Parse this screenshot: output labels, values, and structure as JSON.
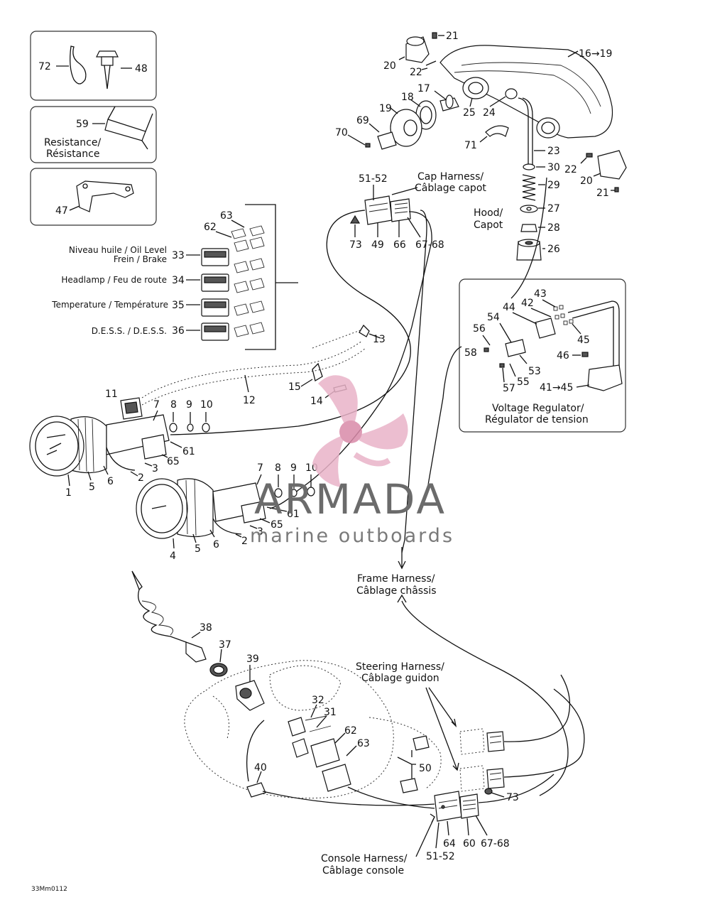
{
  "captions": {
    "resistance": [
      "Resistance/",
      "Résistance"
    ],
    "cap_harness": [
      "Cap Harness/",
      "Câblage capot"
    ],
    "hood": [
      "Hood/",
      "Capot"
    ],
    "oil_level": [
      "Niveau huile / Oil Level",
      "Frein / Brake"
    ],
    "headlamp": "Headlamp / Feu de route",
    "temperature": "Temperature / Température",
    "dess": "D.E.S.S. / D.E.S.S.",
    "voltage_regulator": [
      "Voltage Regulator/",
      "Régulator de tension"
    ],
    "frame_harness": [
      "Frame Harness/",
      "Câblage châssis"
    ],
    "steering_harness": [
      "Steering Harness/",
      "Câblage guidon"
    ],
    "console_harness": [
      "Console Harness/",
      "Câblage console"
    ]
  },
  "part_numbers": {
    "p72": "72",
    "p48": "48",
    "p59": "59",
    "p47": "47",
    "p21a": "21",
    "p20a": "20",
    "p22a": "22",
    "p16_19": "16→19",
    "p17": "17",
    "p18": "18",
    "p19": "19",
    "p25": "25",
    "p24": "24",
    "p69": "69",
    "p70": "70",
    "p71": "71",
    "p23": "23",
    "p22b": "22",
    "p20b": "20",
    "p21b": "21",
    "p30": "30",
    "p29": "29",
    "p27": "27",
    "p28": "28",
    "p26": "26",
    "p51_52a": "51-52",
    "p73a": "73",
    "p49": "49",
    "p66": "66",
    "p67_68a": "67-68",
    "p63a": "63",
    "p62a": "62",
    "p33": "33",
    "p34": "34",
    "p35": "35",
    "p36": "36",
    "p13": "13",
    "p12": "12",
    "p15": "15",
    "p14": "14",
    "p11": "11",
    "p7a": "7",
    "p8a": "8",
    "p9a": "9",
    "p10a": "10",
    "p61a": "61",
    "p65a": "65",
    "p2a": "2",
    "p3a": "3",
    "p1": "1",
    "p5a": "5",
    "p6a": "6",
    "p7b": "7",
    "p8b": "8",
    "p9b": "9",
    "p10b": "10",
    "p61b": "61",
    "p65b": "65",
    "p3b": "3",
    "p2b": "2",
    "p4": "4",
    "p5b": "5",
    "p6b": "6",
    "p43": "43",
    "p44": "44",
    "p42": "42",
    "p54": "54",
    "p56": "56",
    "p58": "58",
    "p45": "45",
    "p46": "46",
    "p53": "53",
    "p55": "55",
    "p57": "57",
    "p41_45": "41→45",
    "p38": "38",
    "p37": "37",
    "p39": "39",
    "p32": "32",
    "p31": "31",
    "p62b": "62",
    "p63b": "63",
    "p50": "50",
    "p40": "40",
    "p73b": "73",
    "p64": "64",
    "p60": "60",
    "p67_68b": "67-68",
    "p51_52b": "51-52"
  },
  "watermark": {
    "title": "ARMADA",
    "subtitle": "marine outboards",
    "color_petal": "#e9b3c8",
    "color_hub": "#d98aa9"
  },
  "figure_code": "33Mm0112"
}
